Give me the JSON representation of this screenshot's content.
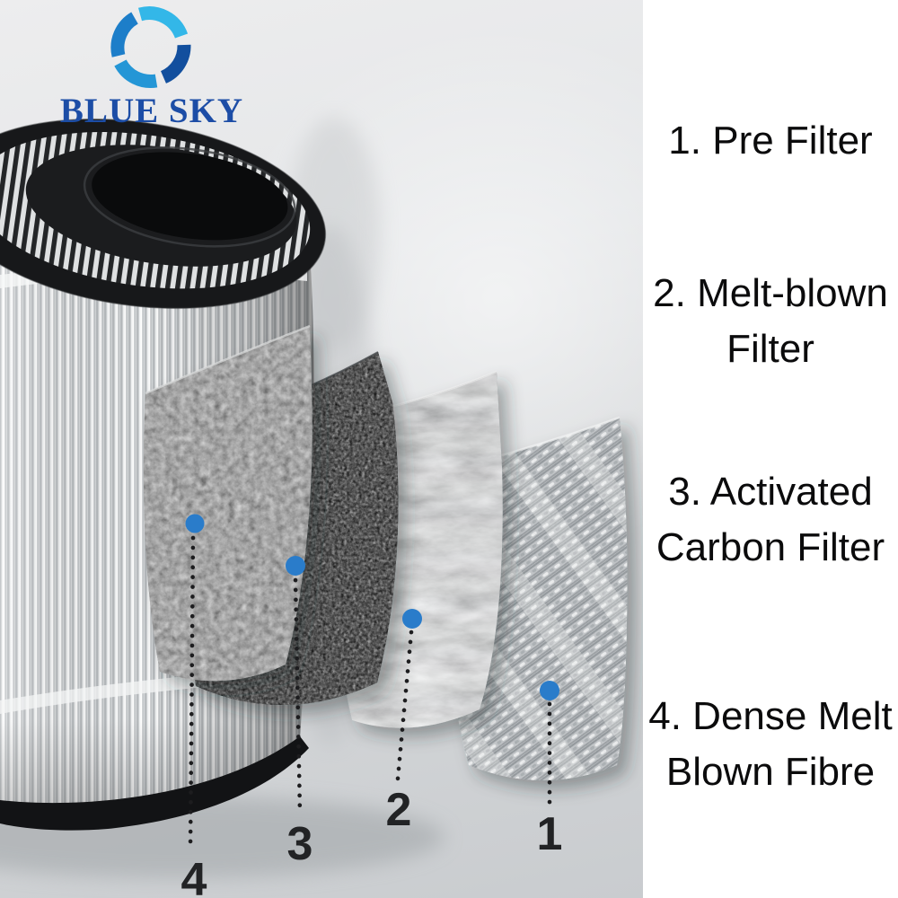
{
  "brand": {
    "name": "BLUE SKY"
  },
  "legend": {
    "items": [
      {
        "line1": "1. Pre Filter"
      },
      {
        "line1": "2. Melt-blown",
        "line2": "Filter"
      },
      {
        "line1": "3. Activated",
        "line2": "Carbon Filter"
      },
      {
        "line1": "4. Dense Melt",
        "line2": "Blown Fibre"
      }
    ]
  },
  "callouts": {
    "labels": [
      "1",
      "2",
      "3",
      "4"
    ]
  },
  "colors": {
    "accent_dot_blue": "#2a7cca",
    "logo_text_blue": "#1c4da6",
    "logo_swirl_light": "#33b7e8",
    "logo_swirl_dark": "#124f9e",
    "panel_background": "#ffffff",
    "photo_background_gray": "#d8dadc",
    "number_text": "#222325",
    "cap_black": "#17181a"
  }
}
